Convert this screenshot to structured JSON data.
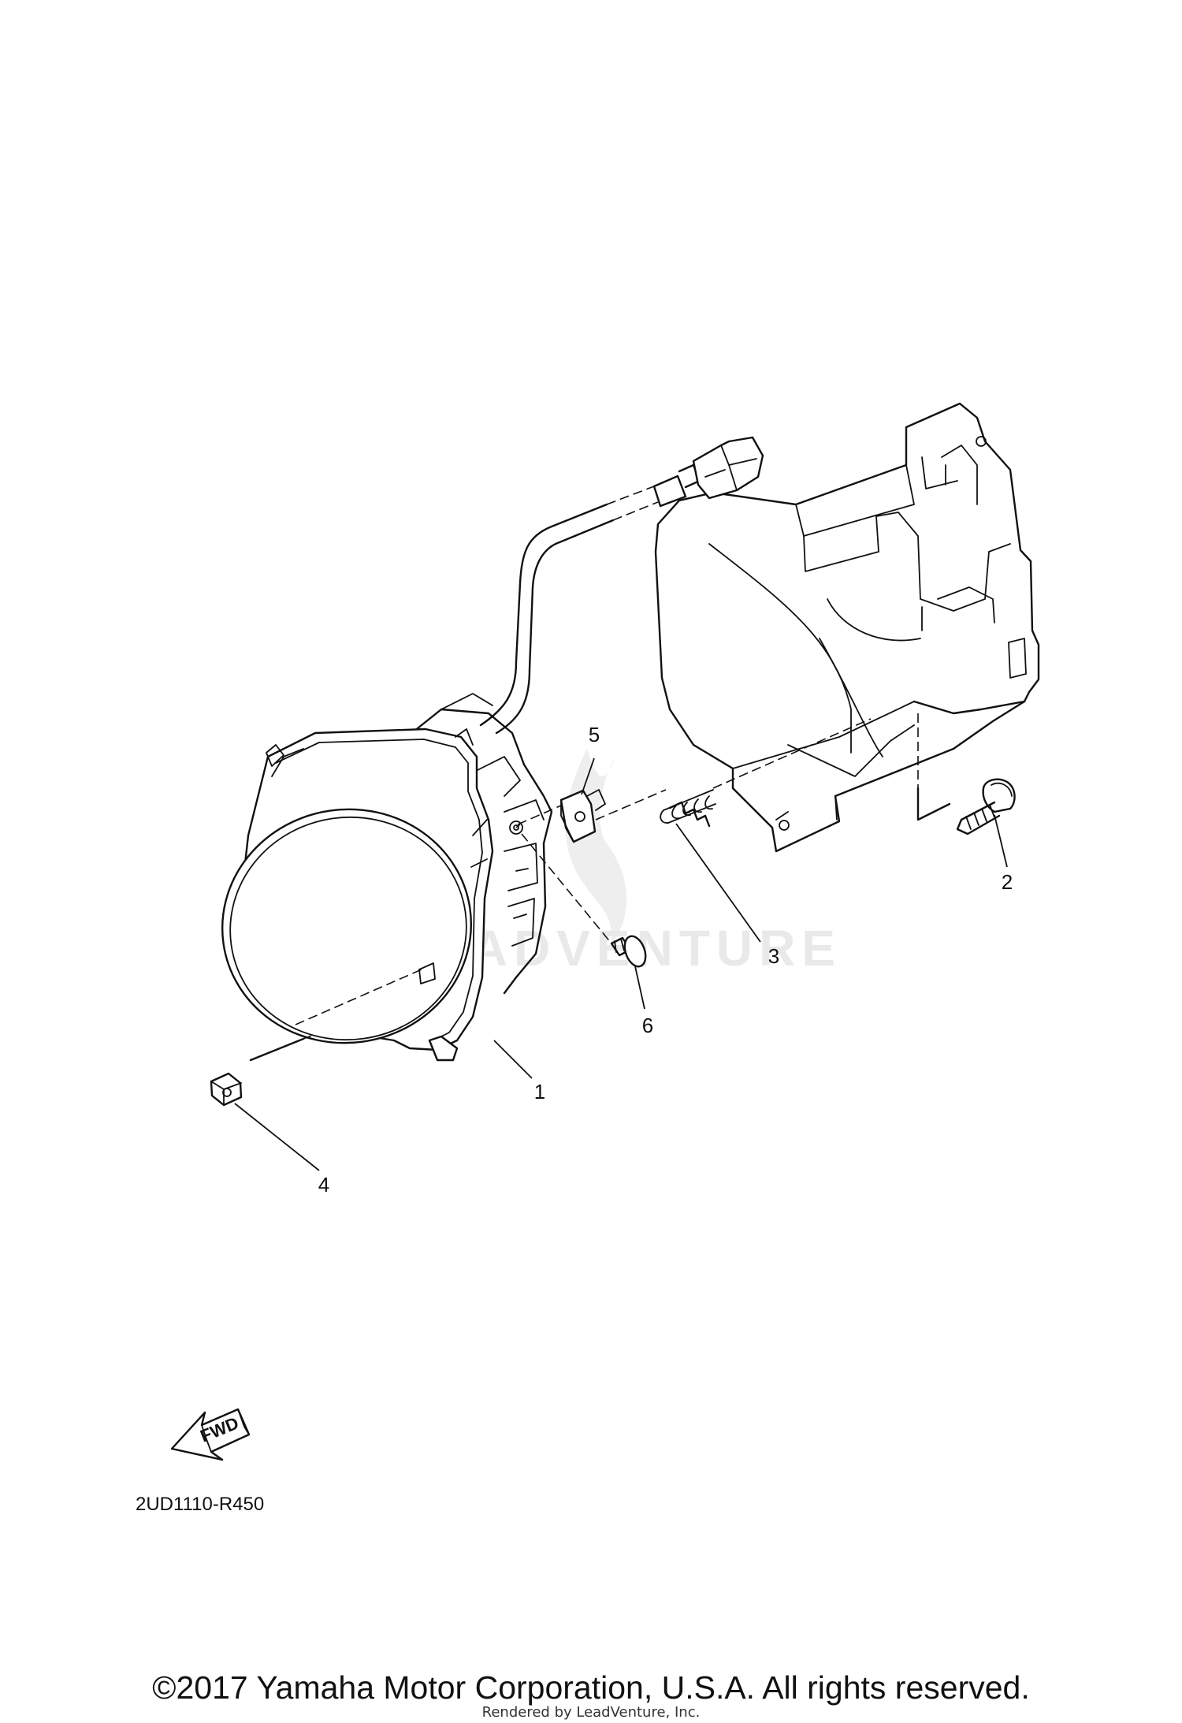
{
  "diagram": {
    "callouts": [
      "1",
      "2",
      "3",
      "4",
      "5",
      "6"
    ],
    "fwd_label": "FWD",
    "drawing_code": "2UD1110-R450",
    "watermark": "LEADVENTURE",
    "copyright": "©2017 Yamaha Motor Corporation, U.S.A. All rights reserved.",
    "rendered_by": "Rendered by LeadVenture, Inc."
  }
}
